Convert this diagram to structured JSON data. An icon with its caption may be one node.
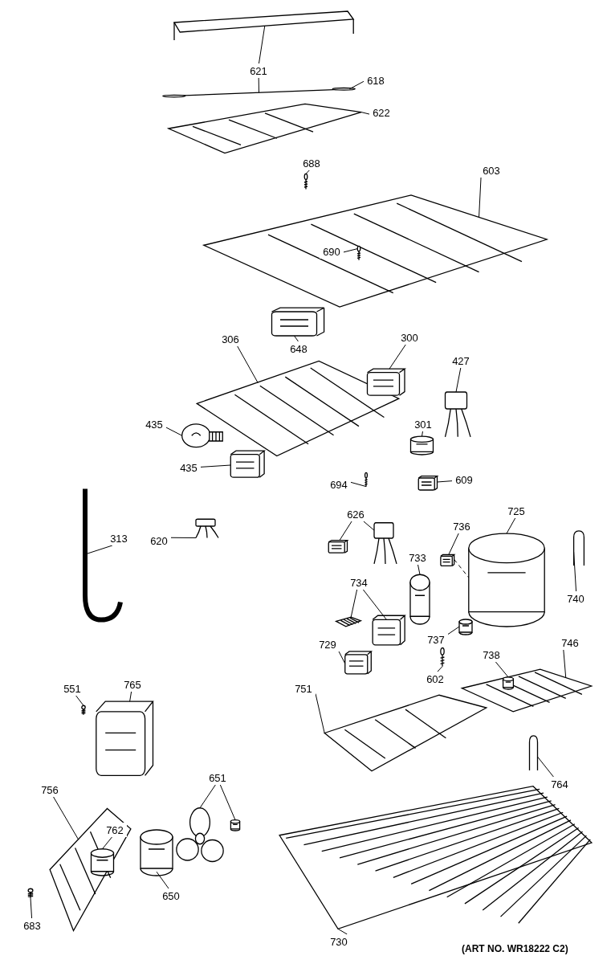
{
  "diagram": {
    "nodes": [
      {
        "text": [
          "621"
        ]
      },
      {
        "text": [],
        "shape": "bar"
      },
      {
        "text": [
          "618"
        ]
      },
      {
        "text": [],
        "shape": "picture"
      },
      {
        "text": [
          "622"
        ]
      },
      {
        "text": [],
        "shape": "picture"
      },
      {
        "text": [
          "688"
        ]
      },
      {
        "text": [],
        "shape": "picture"
      },
      {
        "text": [
          "603"
        ]
      },
      {
        "text": [],
        "shape": "picture"
      },
      {
        "text": [
          "690"
        ],
        "in": 9
      },
      {
        "text": [],
        "shape": "picture",
        "in": 9
      },
      {
        "text": [
          "648"
        ]
      },
      {
        "text": [],
        "shape": "box"
      },
      {
        "text": [
          "306"
        ]
      },
      {
        "text": [],
        "shape": "picture"
      },
      {
        "text": [
          "300"
        ]
      },
      {
        "text": [],
        "shape": "box"
      },
      {
        "text": [
          "427"
        ]
      },
      {
        "text": [],
        "shape": "picture"
      },
      {
        "text": [
          "435"
        ]
      },
      {
        "text": [],
        "shape": "circle"
      },
      {
        "text": [
          "435"
        ]
      },
      {
        "text": [],
        "shape": "box"
      },
      {
        "text": [
          "301"
        ]
      },
      {
        "text": [],
        "shape": "cylinder"
      },
      {
        "text": [
          "694"
        ]
      },
      {
        "text": [],
        "shape": "picture"
      },
      {
        "text": [
          "609"
        ]
      },
      {
        "text": [],
        "shape": "box"
      },
      {
        "text": [
          "313"
        ]
      },
      {
        "text": [],
        "shape": "picture"
      },
      {
        "text": [
          "620"
        ]
      },
      {
        "text": [],
        "shape": "picture"
      },
      {
        "text": [
          "626"
        ]
      },
      {
        "text": [],
        "shape": "picture"
      },
      {
        "text": [],
        "shape": "box"
      },
      {
        "text": [
          "725"
        ]
      },
      {
        "text": [],
        "shape": "cylinder"
      },
      {
        "text": [
          "736"
        ]
      },
      {
        "text": [],
        "shape": "box"
      },
      {
        "text": [
          "733"
        ]
      },
      {
        "text": [],
        "shape": "cylinder"
      },
      {
        "text": [
          "740"
        ]
      },
      {
        "text": [],
        "shape": "picture"
      },
      {
        "text": [
          "734"
        ]
      },
      {
        "text": [],
        "shape": "box"
      },
      {
        "text": [],
        "shape": "picture"
      },
      {
        "text": [
          "737"
        ]
      },
      {
        "text": [],
        "shape": "cylinder"
      },
      {
        "text": [
          "729"
        ]
      },
      {
        "text": [],
        "shape": "box"
      },
      {
        "text": [
          "602"
        ]
      },
      {
        "text": [],
        "shape": "picture"
      },
      {
        "text": [
          "738"
        ]
      },
      {
        "text": [
          "746"
        ]
      },
      {
        "text": [],
        "shape": "picture"
      },
      {
        "text": [],
        "shape": "cylinder",
        "in": 56
      },
      {
        "text": [
          "751"
        ]
      },
      {
        "text": [],
        "shape": "picture"
      },
      {
        "text": [
          "551"
        ]
      },
      {
        "text": [],
        "shape": "picture"
      },
      {
        "text": [
          "765"
        ]
      },
      {
        "text": [],
        "shape": "box"
      },
      {
        "text": [
          "764"
        ]
      },
      {
        "text": [],
        "shape": "picture"
      },
      {
        "text": [
          "651"
        ]
      },
      {
        "text": [],
        "shape": "picture"
      },
      {
        "text": [],
        "shape": "cylinder"
      },
      {
        "text": [
          "756"
        ]
      },
      {
        "text": [],
        "shape": "picture"
      },
      {
        "text": [
          "762"
        ],
        "in": 70
      },
      {
        "text": [],
        "shape": "cylinder",
        "in": 70
      },
      {
        "text": [
          "650"
        ]
      },
      {
        "text": [],
        "shape": "cylinder"
      },
      {
        "text": [
          "683"
        ]
      },
      {
        "text": [],
        "shape": "picture"
      },
      {
        "text": [
          "730"
        ]
      },
      {
        "text": [],
        "shape": "picture"
      }
    ],
    "edges": [
      {
        "from": 0,
        "to": 1,
        "arrow": "none"
      },
      {
        "from": 0,
        "to": 3,
        "arrow": "none"
      },
      {
        "from": 2,
        "to": 3,
        "arrow": "none"
      },
      {
        "from": 4,
        "to": 5,
        "arrow": "none"
      },
      {
        "from": 6,
        "to": 7,
        "arrow": "none"
      },
      {
        "from": 8,
        "to": 9,
        "arrow": "none"
      },
      {
        "from": 10,
        "to": 11,
        "arrow": "none"
      },
      {
        "from": 12,
        "to": 13,
        "arrow": "none"
      },
      {
        "from": 14,
        "to": 15,
        "arrow": "none"
      },
      {
        "from": 16,
        "to": 17,
        "arrow": "none"
      },
      {
        "from": 18,
        "to": 19,
        "arrow": "none"
      },
      {
        "from": 20,
        "to": 21,
        "arrow": "none"
      },
      {
        "from": 22,
        "to": 23,
        "arrow": "none"
      },
      {
        "from": 24,
        "to": 25,
        "arrow": "none"
      },
      {
        "from": 26,
        "to": 27,
        "arrow": "none"
      },
      {
        "from": 28,
        "to": 29,
        "arrow": "none"
      },
      {
        "from": 30,
        "to": 31,
        "arrow": "none"
      },
      {
        "from": 32,
        "to": 33,
        "arrow": "none"
      },
      {
        "from": 34,
        "to": 35,
        "arrow": "none"
      },
      {
        "from": 34,
        "to": 36,
        "arrow": "none"
      },
      {
        "from": 37,
        "to": 38,
        "arrow": "none"
      },
      {
        "from": 39,
        "to": 40,
        "arrow": "none"
      },
      {
        "from": 40,
        "to": 38,
        "arrow": "none",
        "style": "dashed"
      },
      {
        "from": 41,
        "to": 42,
        "arrow": "none"
      },
      {
        "from": 43,
        "to": 44,
        "arrow": "none"
      },
      {
        "from": 45,
        "to": 46,
        "arrow": "none"
      },
      {
        "from": 45,
        "to": 47,
        "arrow": "none"
      },
      {
        "from": 48,
        "to": 49,
        "arrow": "none"
      },
      {
        "from": 50,
        "to": 51,
        "arrow": "none"
      },
      {
        "from": 52,
        "to": 53,
        "arrow": "none"
      },
      {
        "from": 54,
        "to": 57,
        "arrow": "none"
      },
      {
        "from": 55,
        "to": 56,
        "arrow": "none"
      },
      {
        "from": 58,
        "to": 59,
        "arrow": "none"
      },
      {
        "from": 60,
        "to": 61,
        "arrow": "none"
      },
      {
        "from": 62,
        "to": 63,
        "arrow": "none"
      },
      {
        "from": 64,
        "to": 65,
        "arrow": "none"
      },
      {
        "from": 66,
        "to": 67,
        "arrow": "none"
      },
      {
        "from": 66,
        "to": 68,
        "arrow": "none"
      },
      {
        "from": 69,
        "to": 70,
        "arrow": "none"
      },
      {
        "from": 71,
        "to": 72,
        "arrow": "none"
      },
      {
        "from": 73,
        "to": 74,
        "arrow": "none"
      },
      {
        "from": 75,
        "to": 76,
        "arrow": "none"
      },
      {
        "from": 77,
        "to": 78,
        "arrow": "none"
      }
    ],
    "labels": [
      "(ART NO. WR18222 C2)"
    ]
  }
}
